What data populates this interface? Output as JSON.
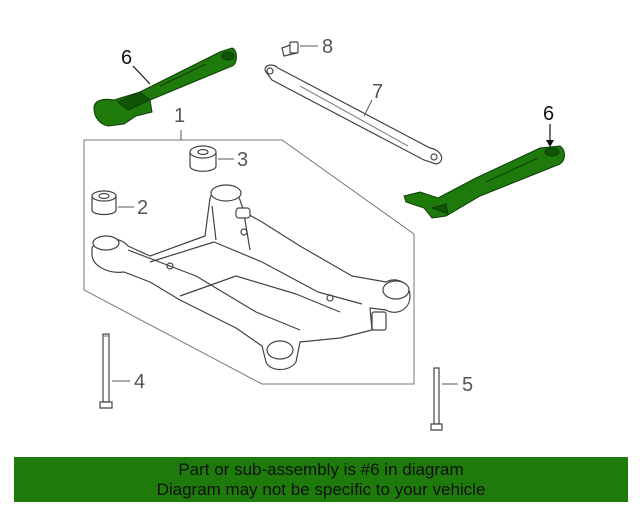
{
  "callouts": {
    "c1": "1",
    "c2": "2",
    "c3": "3",
    "c4": "4",
    "c5": "5",
    "c6a": "6",
    "c6b": "6",
    "c7": "7",
    "c8": "8"
  },
  "footer": {
    "line1": "Part or sub-assembly is #6 in diagram",
    "line2": "Diagram may not be specific to your vehicle"
  },
  "colors": {
    "highlight_part": "#1f7a0c",
    "footer_bg": "#1f7a0c",
    "line_art": "#444444"
  }
}
